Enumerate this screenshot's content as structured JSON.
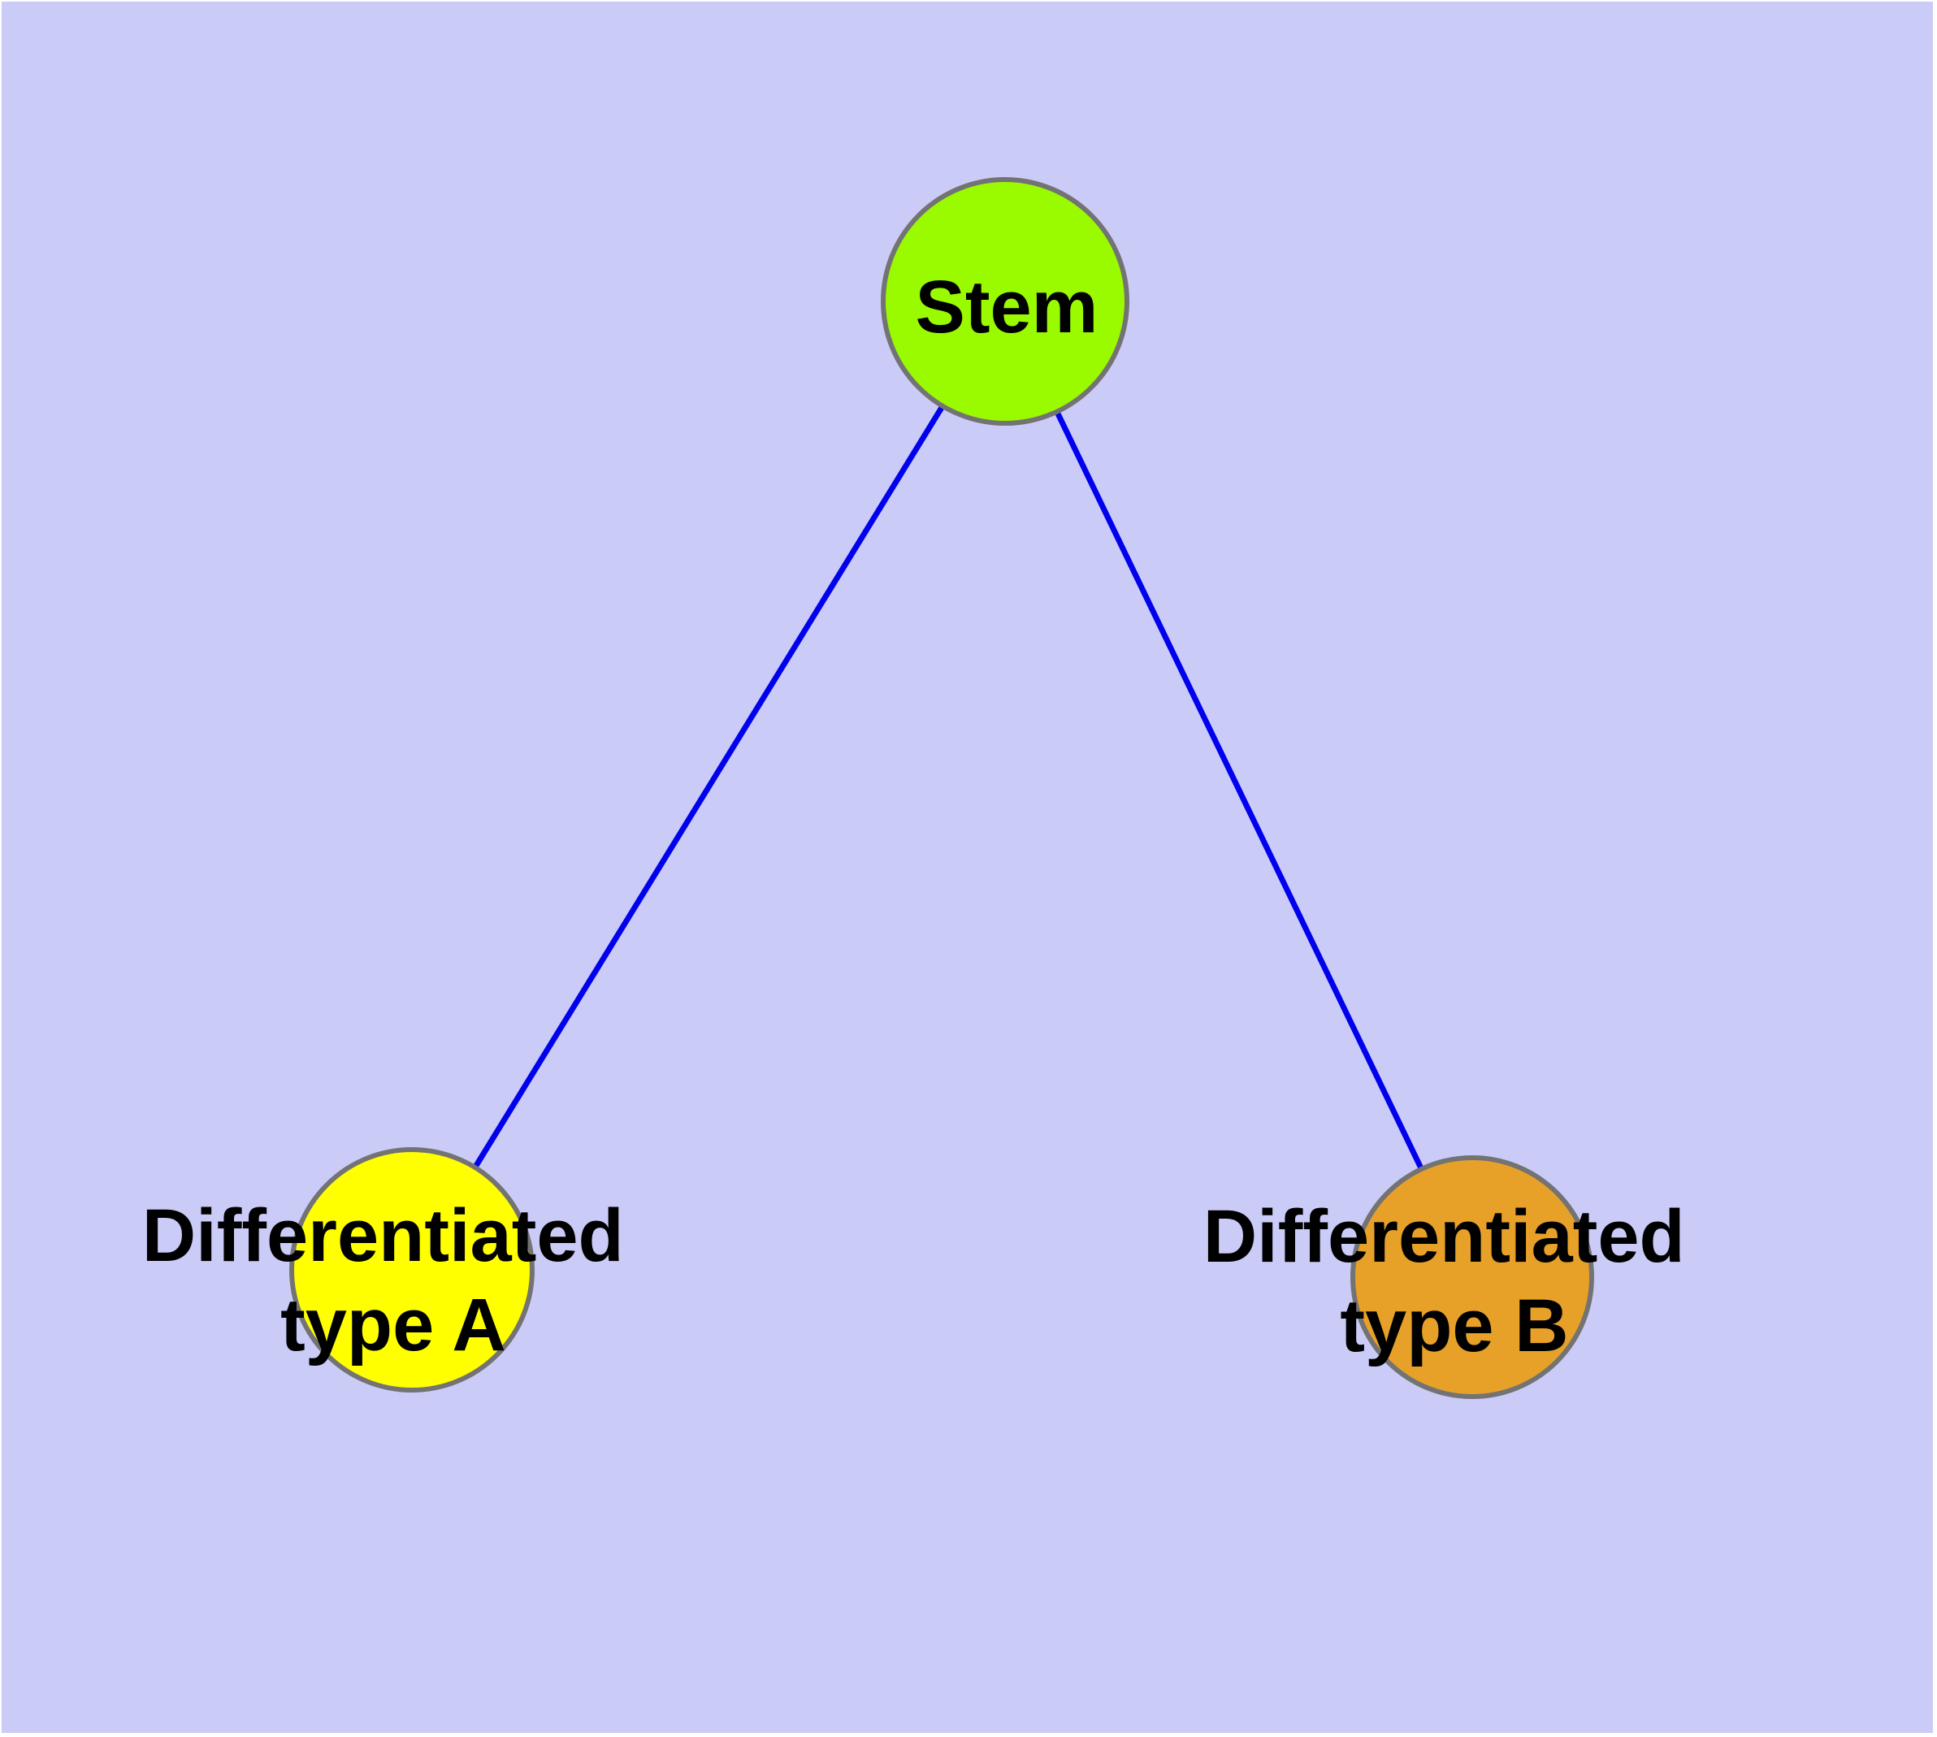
{
  "diagram": {
    "type": "node-link-graph",
    "background_color": "#CBCBF8",
    "margin_color": "#FFFFFF",
    "edge_color": "#0000EE",
    "node_border_color": "#737373",
    "text_color": "#000000",
    "nodes": {
      "stem": {
        "label": "Stem",
        "fill": "#9AFA00"
      },
      "type_a": {
        "label_line1": "Differentiated",
        "label_line2": "type A",
        "fill": "#FFFF00"
      },
      "type_b": {
        "label_line1": "Differentiated",
        "label_line2": "type B",
        "fill": "#E8A128"
      }
    },
    "edges": [
      {
        "from": "Stem",
        "to": "Differentiated type A"
      },
      {
        "from": "Stem",
        "to": "Differentiated type B"
      }
    ]
  }
}
